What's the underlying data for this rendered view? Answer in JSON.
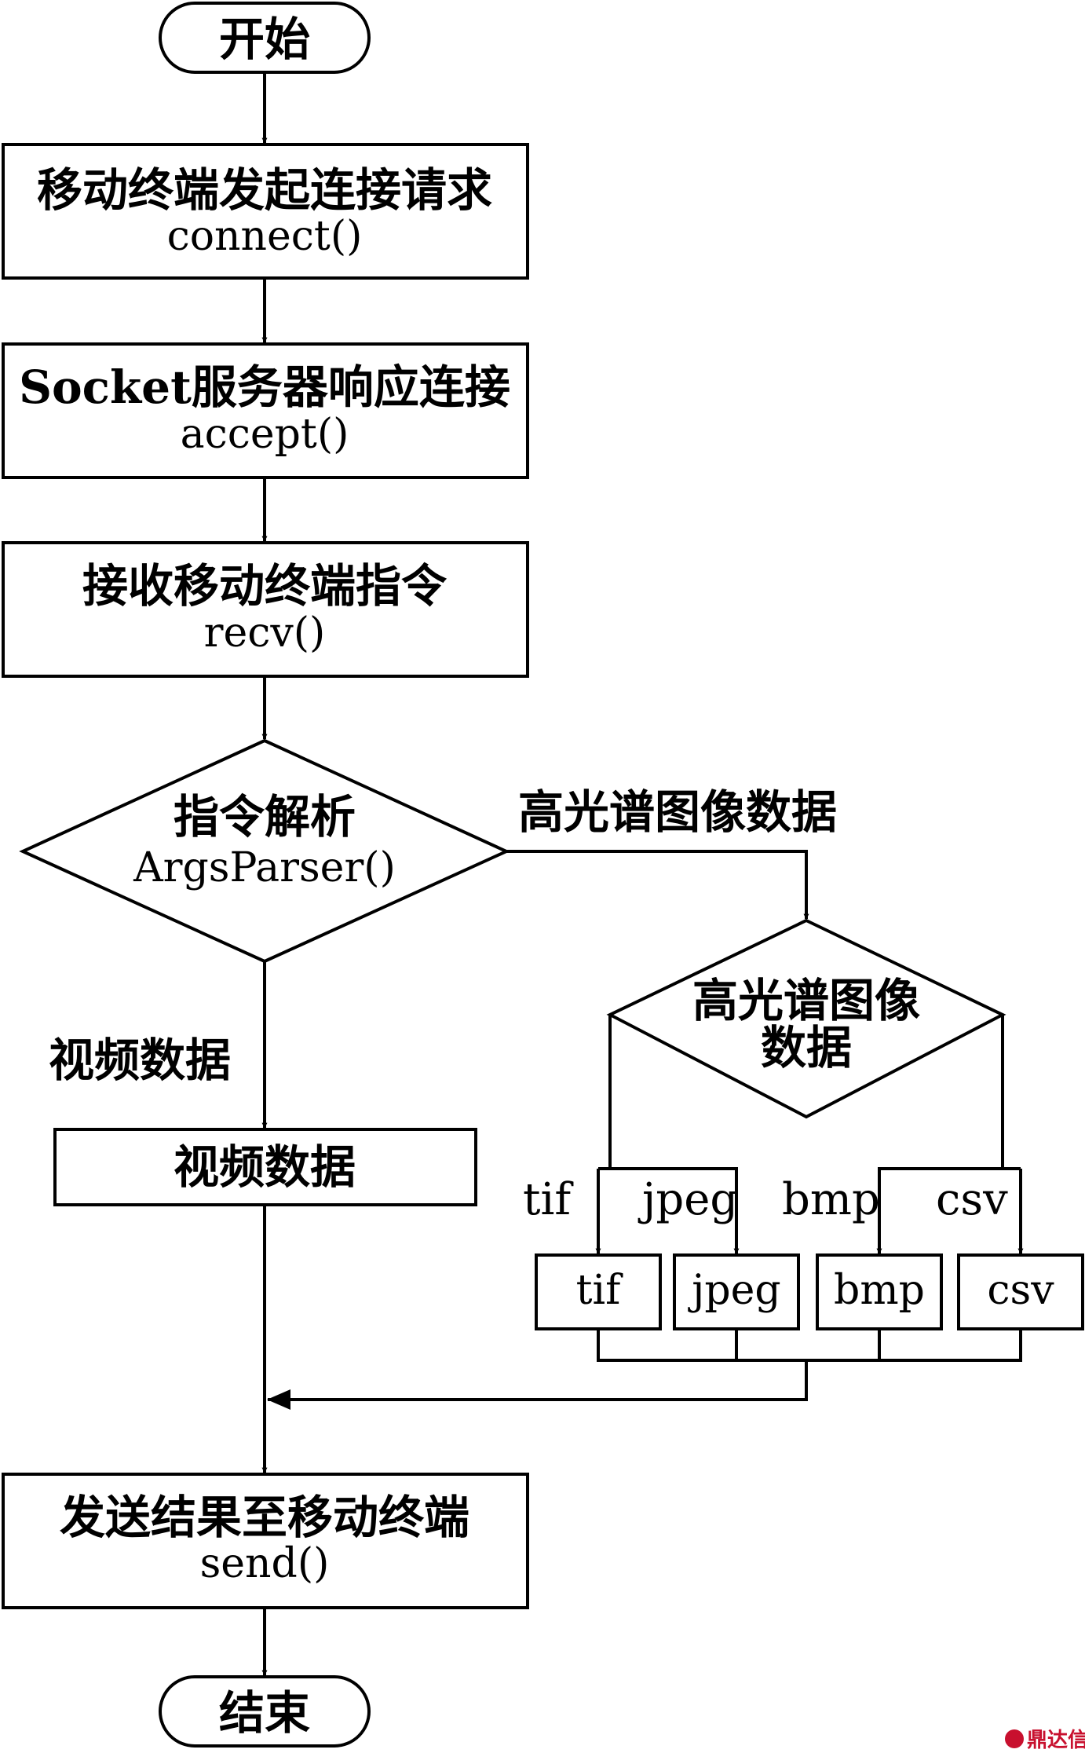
{
  "nodes": {
    "start": "开始",
    "connect": {
      "title": "移动终端发起连接请求",
      "func": "connect()"
    },
    "accept": {
      "title": "Socket服务器响应连接",
      "func": "accept()"
    },
    "recv": {
      "title": "接收移动终端指令",
      "func": "recv()"
    },
    "parse": {
      "title": "指令解析",
      "func": "ArgsParser()"
    },
    "video": "视频数据",
    "hyper": {
      "line1": "高光谱图像",
      "line2": "数据"
    },
    "fmt_tif": "tif",
    "fmt_jpeg": "jpeg",
    "fmt_bmp": "bmp",
    "fmt_csv": "csv",
    "send": {
      "title": "发送结果至移动终端",
      "func": "send()"
    },
    "end": "结束"
  },
  "edge_labels": {
    "hyper_branch": "高光谱图像数据",
    "video_branch": "视频数据",
    "tif": "tif",
    "jpeg": "jpeg",
    "bmp": "bmp",
    "csv": "csv"
  },
  "watermark": {
    "text": "鼎达信",
    "color": "#c8102e"
  }
}
